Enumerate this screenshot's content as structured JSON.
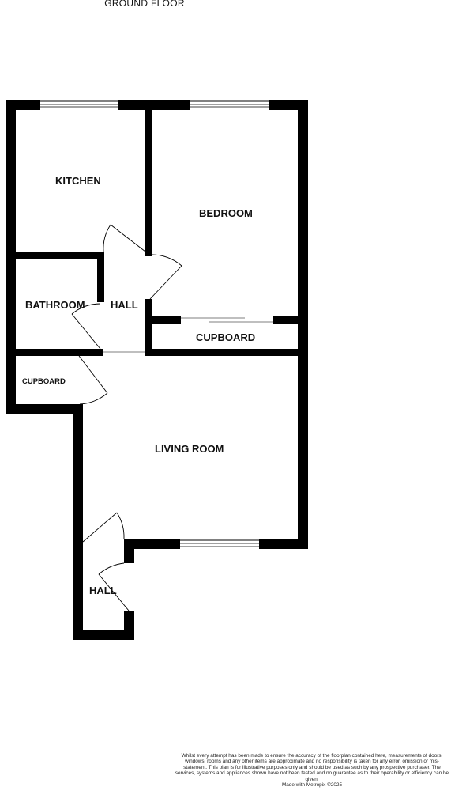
{
  "floor_title": "GROUND FLOOR",
  "rooms": {
    "kitchen": "KITCHEN",
    "bedroom": "BEDROOM",
    "bathroom": "BATHROOM",
    "hall_inner": "HALL",
    "cupboard_bedroom": "CUPBOARD",
    "cupboard_hall": "CUPBOARD",
    "living_room": "LIVING ROOM",
    "hall_entrance": "HALL"
  },
  "disclaimer": "Whilst every attempt has been made to ensure the accuracy of the floorplan contained here, measurements of doors, windows, rooms and any other items are approximate and no responsibility is taken for any error, omission or mis-statement. This plan is for illustrative purposes only and should be used as such by any prospective purchaser. The services, systems and appliances shown have not been tested and no guarantee as to their operability or efficiency can be given.",
  "credit": "Made with Metropix ©2025"
}
